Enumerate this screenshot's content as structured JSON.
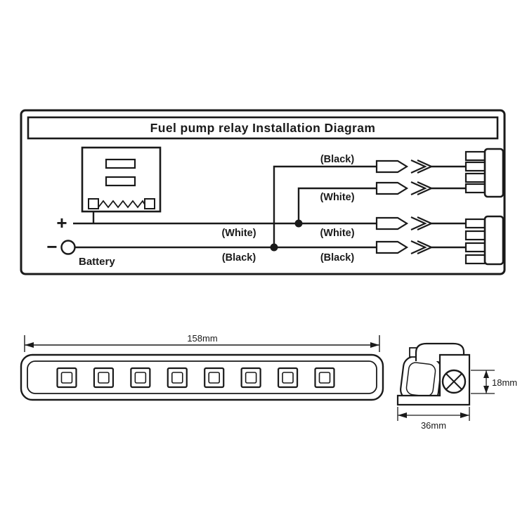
{
  "colors": {
    "background": "#ffffff",
    "ink": "#1a1a1a"
  },
  "relay_diagram": {
    "title": "Fuel pump relay Installation Diagram",
    "battery": {
      "plus_symbol": "+",
      "minus_symbol": "−",
      "label": "Battery"
    },
    "wire_labels": {
      "relay_out_top": "(Black)",
      "relay_out_mid": "(White)",
      "positive_wire": "(White)",
      "ground_wire": "(Black)",
      "harness_white": "(White)",
      "harness_black": "(Black)"
    }
  },
  "led_bar": {
    "length_label": "158mm",
    "led_count": 8
  },
  "bracket": {
    "height_label": "18mm",
    "width_label": "36mm"
  }
}
